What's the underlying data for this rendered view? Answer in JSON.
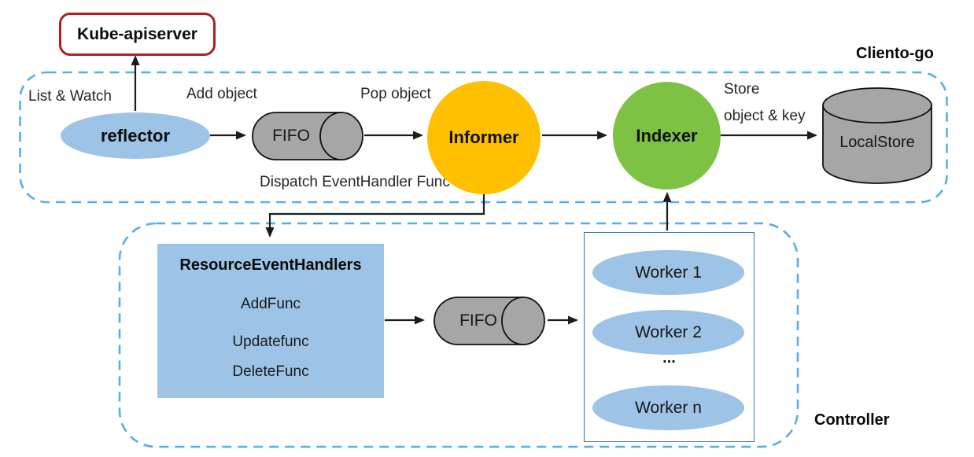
{
  "colors": {
    "accent_blue_fill": "#9DC3E6",
    "informer_yellow": "#FFC000",
    "indexer_green": "#7DC243",
    "cylinder_gray": "#A6A6A6",
    "dashed_border": "#57AEE8",
    "worker_box_border": "#2E74B5",
    "apiserver_border": "#B01E24",
    "arrow_black": "#1c1c1c"
  },
  "client_go": {
    "title": "Cliento-go",
    "kube_apiserver": "Kube-apiserver",
    "reflector": "reflector",
    "fifo": "FIFO",
    "informer": "Informer",
    "indexer": "Indexer",
    "localstore": "LocalStore",
    "labels": {
      "list_watch": "List & Watch",
      "add_object": "Add object",
      "pop_object": "Pop object",
      "store_line1": "Store",
      "store_line2": "object & key",
      "dispatch": "Dispatch EventHandler Func"
    }
  },
  "controller": {
    "title": "Controller",
    "resource_event_handlers": {
      "title": "ResourceEventHandlers",
      "items": [
        "AddFunc",
        "Updatefunc",
        "DeleteFunc"
      ]
    },
    "fifo": "FIFO",
    "workers": [
      "Worker 1",
      "Worker 2",
      "Worker n"
    ],
    "ellipsis": "..."
  }
}
